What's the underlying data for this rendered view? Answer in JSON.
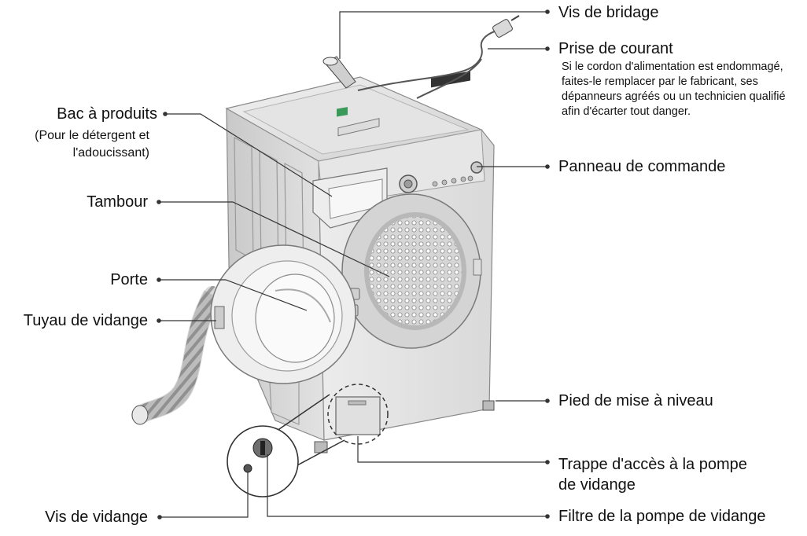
{
  "labels": {
    "vis_de_bridage": "Vis de bridage",
    "prise_de_courant": "Prise de courant",
    "prise_note": "Si le cordon d'alimentation est endommagé, faites-le remplacer par le fabricant, ses dépanneurs agréés ou un technicien qualifié afin d'écarter tout danger.",
    "panneau_de_commande": "Panneau de commande",
    "bac_a_produits": "Bac à produits",
    "bac_note_1": "(Pour le détergent et",
    "bac_note_2": "l'adoucissant)",
    "tambour": "Tambour",
    "porte": "Porte",
    "tuyau_de_vidange": "Tuyau de vidange",
    "pied_de_mise_a_niveau": "Pied de mise à niveau",
    "trappe_1": "Trappe d'accès à la pompe",
    "trappe_2": "de vidange",
    "vis_de_vidange": "Vis de vidange",
    "filtre": "Filtre de la pompe de vidange"
  }
}
